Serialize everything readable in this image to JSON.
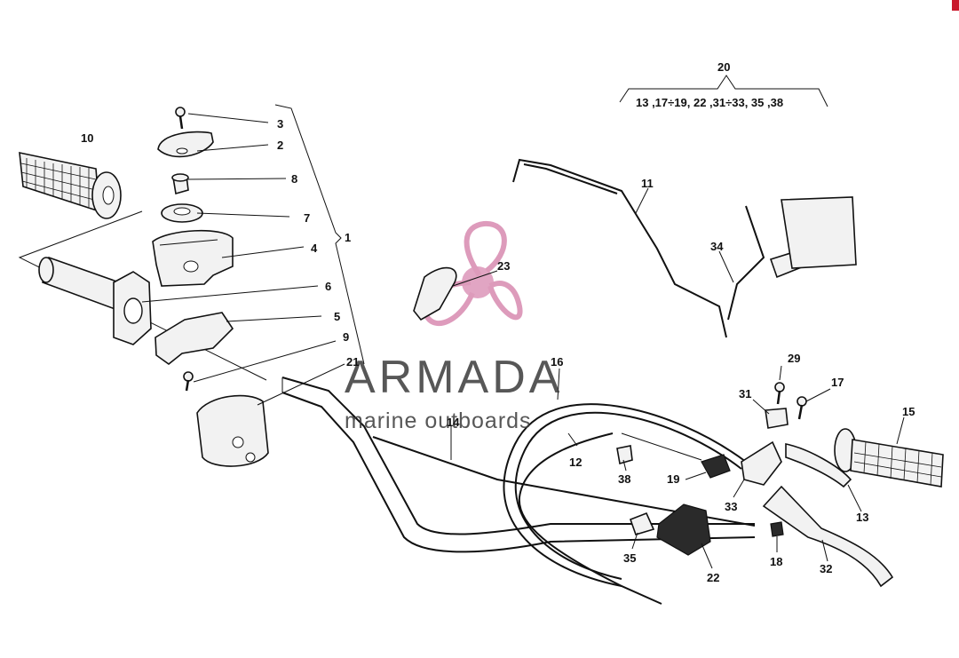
{
  "watermark": {
    "brand": "ARMADA",
    "tagline": "marine outboards",
    "accent": "#d88ab0"
  },
  "group": {
    "number": "20",
    "contents": "13 ,17÷19, 22 ,31÷33, 35 ,38"
  },
  "labels": {
    "p1": "1",
    "p2": "2",
    "p3": "3",
    "p4": "4",
    "p5": "5",
    "p6": "6",
    "p7": "7",
    "p8": "8",
    "p9": "9",
    "p10": "10",
    "p11": "11",
    "p12": "12",
    "p13a": "13",
    "p14": "14",
    "p15": "15",
    "p16": "16",
    "p17": "17",
    "p18": "18",
    "p19": "19",
    "p21": "21",
    "p22": "22",
    "p23": "23",
    "p29": "29",
    "p31": "31",
    "p32": "32",
    "p33": "33",
    "p34": "34",
    "p35": "35",
    "p38": "38"
  },
  "colors": {
    "corner": "#c9182b"
  }
}
